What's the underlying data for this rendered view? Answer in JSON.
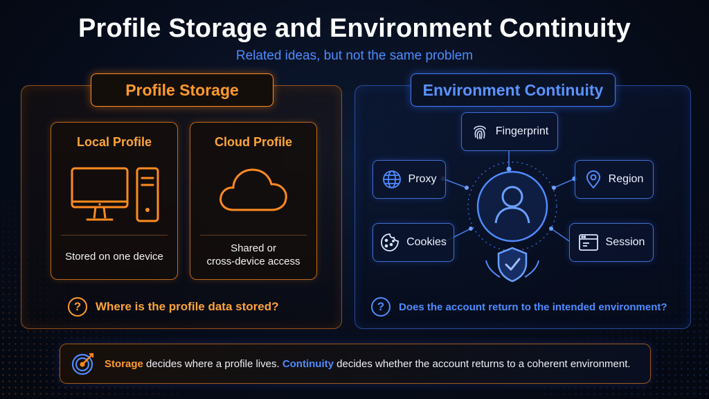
{
  "header": {
    "title": "Profile Storage and Environment Continuity",
    "subtitle": "Related ideas, but not the same problem"
  },
  "colors": {
    "accent_orange": "#ff8a1f",
    "accent_blue": "#3f7bff",
    "background": "#070d1c"
  },
  "storage_panel": {
    "title": "Profile Storage",
    "cards": [
      {
        "title": "Local Profile",
        "icon": "desktop-computer-icon",
        "desc_line1": "Stored on one device",
        "desc_line2": ""
      },
      {
        "title": "Cloud Profile",
        "icon": "cloud-icon",
        "desc_line1": "Shared or",
        "desc_line2": "cross-device access"
      }
    ],
    "question_icon": "question-circle-icon",
    "question": "Where is the profile data stored?"
  },
  "continuity_panel": {
    "title": "Environment Continuity",
    "center_icons": [
      "user-icon",
      "shield-check-icon"
    ],
    "nodes": [
      {
        "label": "Fingerprint",
        "icon": "fingerprint-icon"
      },
      {
        "label": "Proxy",
        "icon": "globe-icon"
      },
      {
        "label": "Region",
        "icon": "location-pin-icon"
      },
      {
        "label": "Cookies",
        "icon": "cookie-icon"
      },
      {
        "label": "Session",
        "icon": "browser-window-icon"
      }
    ],
    "question_icon": "question-circle-icon",
    "question": "Does the account return to the intended environment?"
  },
  "summary": {
    "icon": "target-icon",
    "kw1": "Storage",
    "part1": "decides where a profile lives.",
    "kw2": "Continuity",
    "part2": "decides whether the account returns to a coherent environment."
  }
}
